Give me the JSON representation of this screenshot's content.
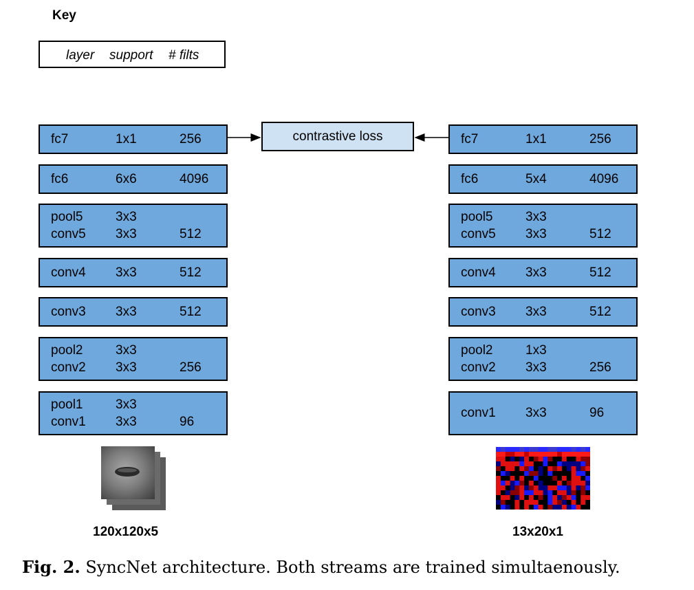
{
  "key": {
    "title": "Key",
    "layer": "layer",
    "support": "support",
    "filts": "# filts"
  },
  "loss": "contrastive loss",
  "left_stream": {
    "caption": "120x120x5",
    "layers": [
      {
        "rows": [
          {
            "name": "fc7",
            "support": "1x1",
            "filts": "256"
          }
        ]
      },
      {
        "rows": [
          {
            "name": "fc6",
            "support": "6x6",
            "filts": "4096"
          }
        ]
      },
      {
        "rows": [
          {
            "name": "pool5",
            "support": "3x3",
            "filts": ""
          },
          {
            "name": "conv5",
            "support": "3x3",
            "filts": "512"
          }
        ]
      },
      {
        "rows": [
          {
            "name": "conv4",
            "support": "3x3",
            "filts": "512"
          }
        ]
      },
      {
        "rows": [
          {
            "name": "conv3",
            "support": "3x3",
            "filts": "512"
          }
        ]
      },
      {
        "rows": [
          {
            "name": "pool2",
            "support": "3x3",
            "filts": ""
          },
          {
            "name": "conv2",
            "support": "3x3",
            "filts": "256"
          }
        ]
      },
      {
        "rows": [
          {
            "name": "pool1",
            "support": "3x3",
            "filts": ""
          },
          {
            "name": "conv1",
            "support": "3x3",
            "filts": "96"
          }
        ]
      }
    ]
  },
  "right_stream": {
    "caption": "13x20x1",
    "layers": [
      {
        "rows": [
          {
            "name": "fc7",
            "support": "1x1",
            "filts": "256"
          }
        ]
      },
      {
        "rows": [
          {
            "name": "fc6",
            "support": "5x4",
            "filts": "4096"
          }
        ]
      },
      {
        "rows": [
          {
            "name": "pool5",
            "support": "3x3",
            "filts": ""
          },
          {
            "name": "conv5",
            "support": "3x3",
            "filts": "512"
          }
        ]
      },
      {
        "rows": [
          {
            "name": "conv4",
            "support": "3x3",
            "filts": "512"
          }
        ]
      },
      {
        "rows": [
          {
            "name": "conv3",
            "support": "3x3",
            "filts": "512"
          }
        ]
      },
      {
        "rows": [
          {
            "name": "pool2",
            "support": "1x3",
            "filts": ""
          },
          {
            "name": "conv2",
            "support": "3x3",
            "filts": "256"
          }
        ]
      },
      {
        "rows": [
          {
            "name": "conv1",
            "support": "3x3",
            "filts": "96"
          }
        ]
      }
    ]
  },
  "figure_caption": {
    "label": "Fig. 2.",
    "text": "SyncNet architecture. Both streams are trained simultaenously."
  },
  "colors": {
    "layer_fill": "#6fa8dc",
    "loss_fill": "#cfe2f3"
  }
}
